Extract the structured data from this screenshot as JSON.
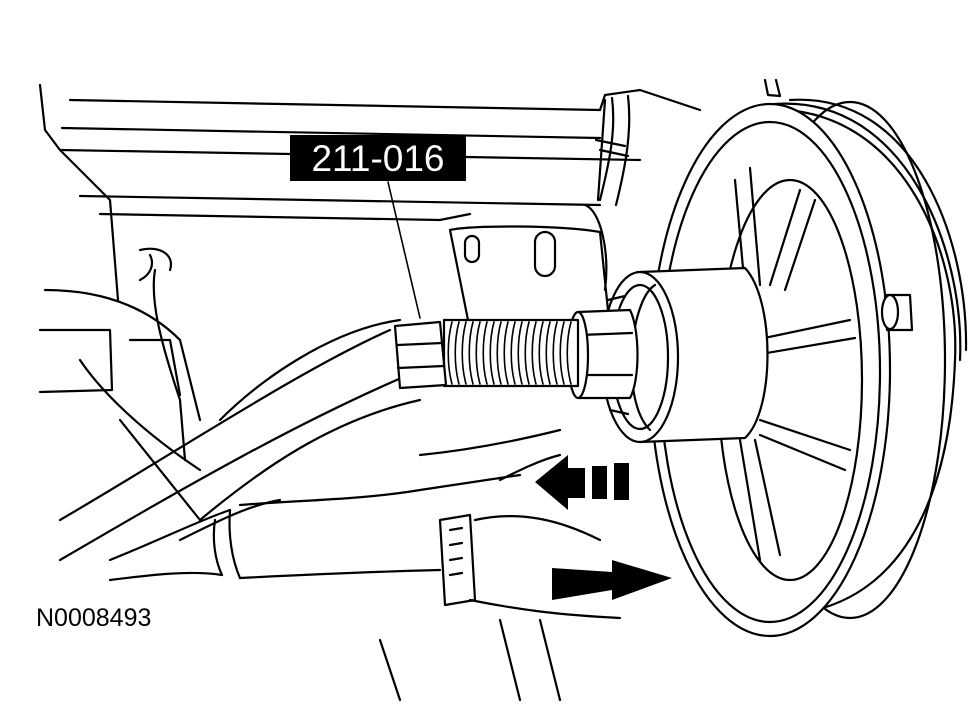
{
  "callout": {
    "tool_number": "211-016"
  },
  "figure": {
    "reference_number": "N0008493"
  },
  "colors": {
    "ink": "#000000",
    "paper": "#ffffff",
    "label_background": "#000000",
    "label_text": "#ffffff"
  },
  "arrows": {
    "upper": "arrow-dashed-left",
    "lower": "arrow-solid-right"
  }
}
